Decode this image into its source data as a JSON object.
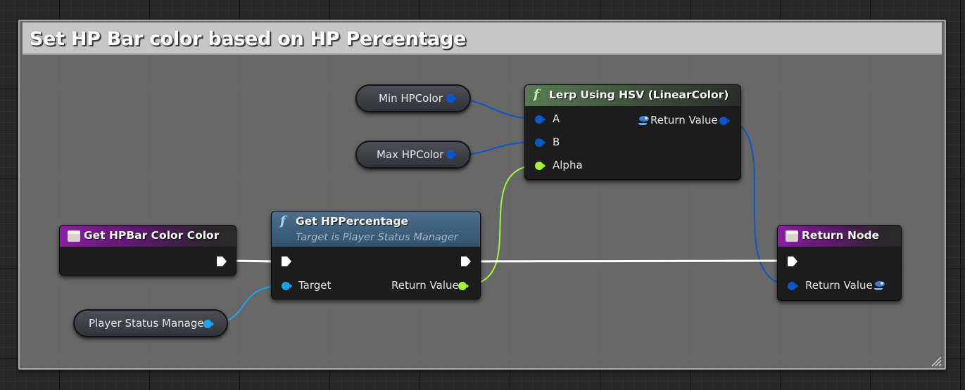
{
  "comment": {
    "title": "Set HP Bar color based on HP Percentage"
  },
  "nodes": {
    "get_hpbar_color": {
      "title": "Get HPBar Color Color",
      "icon": "struct-icon"
    },
    "get_hp_percentage": {
      "title": "Get HPPercentage",
      "subtitle": "Target is Player Status Manager",
      "icon": "function-icon",
      "pins": {
        "target": "Target",
        "return_value": "Return Value"
      }
    },
    "lerp": {
      "title": "Lerp Using HSV (LinearColor)",
      "icon": "function-icon",
      "pins": {
        "a": "A",
        "b": "B",
        "alpha": "Alpha",
        "return_value": "Return Value"
      }
    },
    "return_node": {
      "title": "Return Node",
      "icon": "struct-icon",
      "pins": {
        "return_value": "Return Value"
      }
    }
  },
  "variables": {
    "min_hp_color": "Min HPColor",
    "max_hp_color": "Max HPColor",
    "player_status_manager": "Player Status Manager"
  },
  "colors": {
    "exec": "#ffffff",
    "object_pin": "#1aa6ec",
    "linear_color_pin": "#0b56c9",
    "float_pin": "#a4f43a",
    "function_header": "#587a52",
    "call_header": "#4c6e8c",
    "struct_header": "#8a1fa3"
  }
}
